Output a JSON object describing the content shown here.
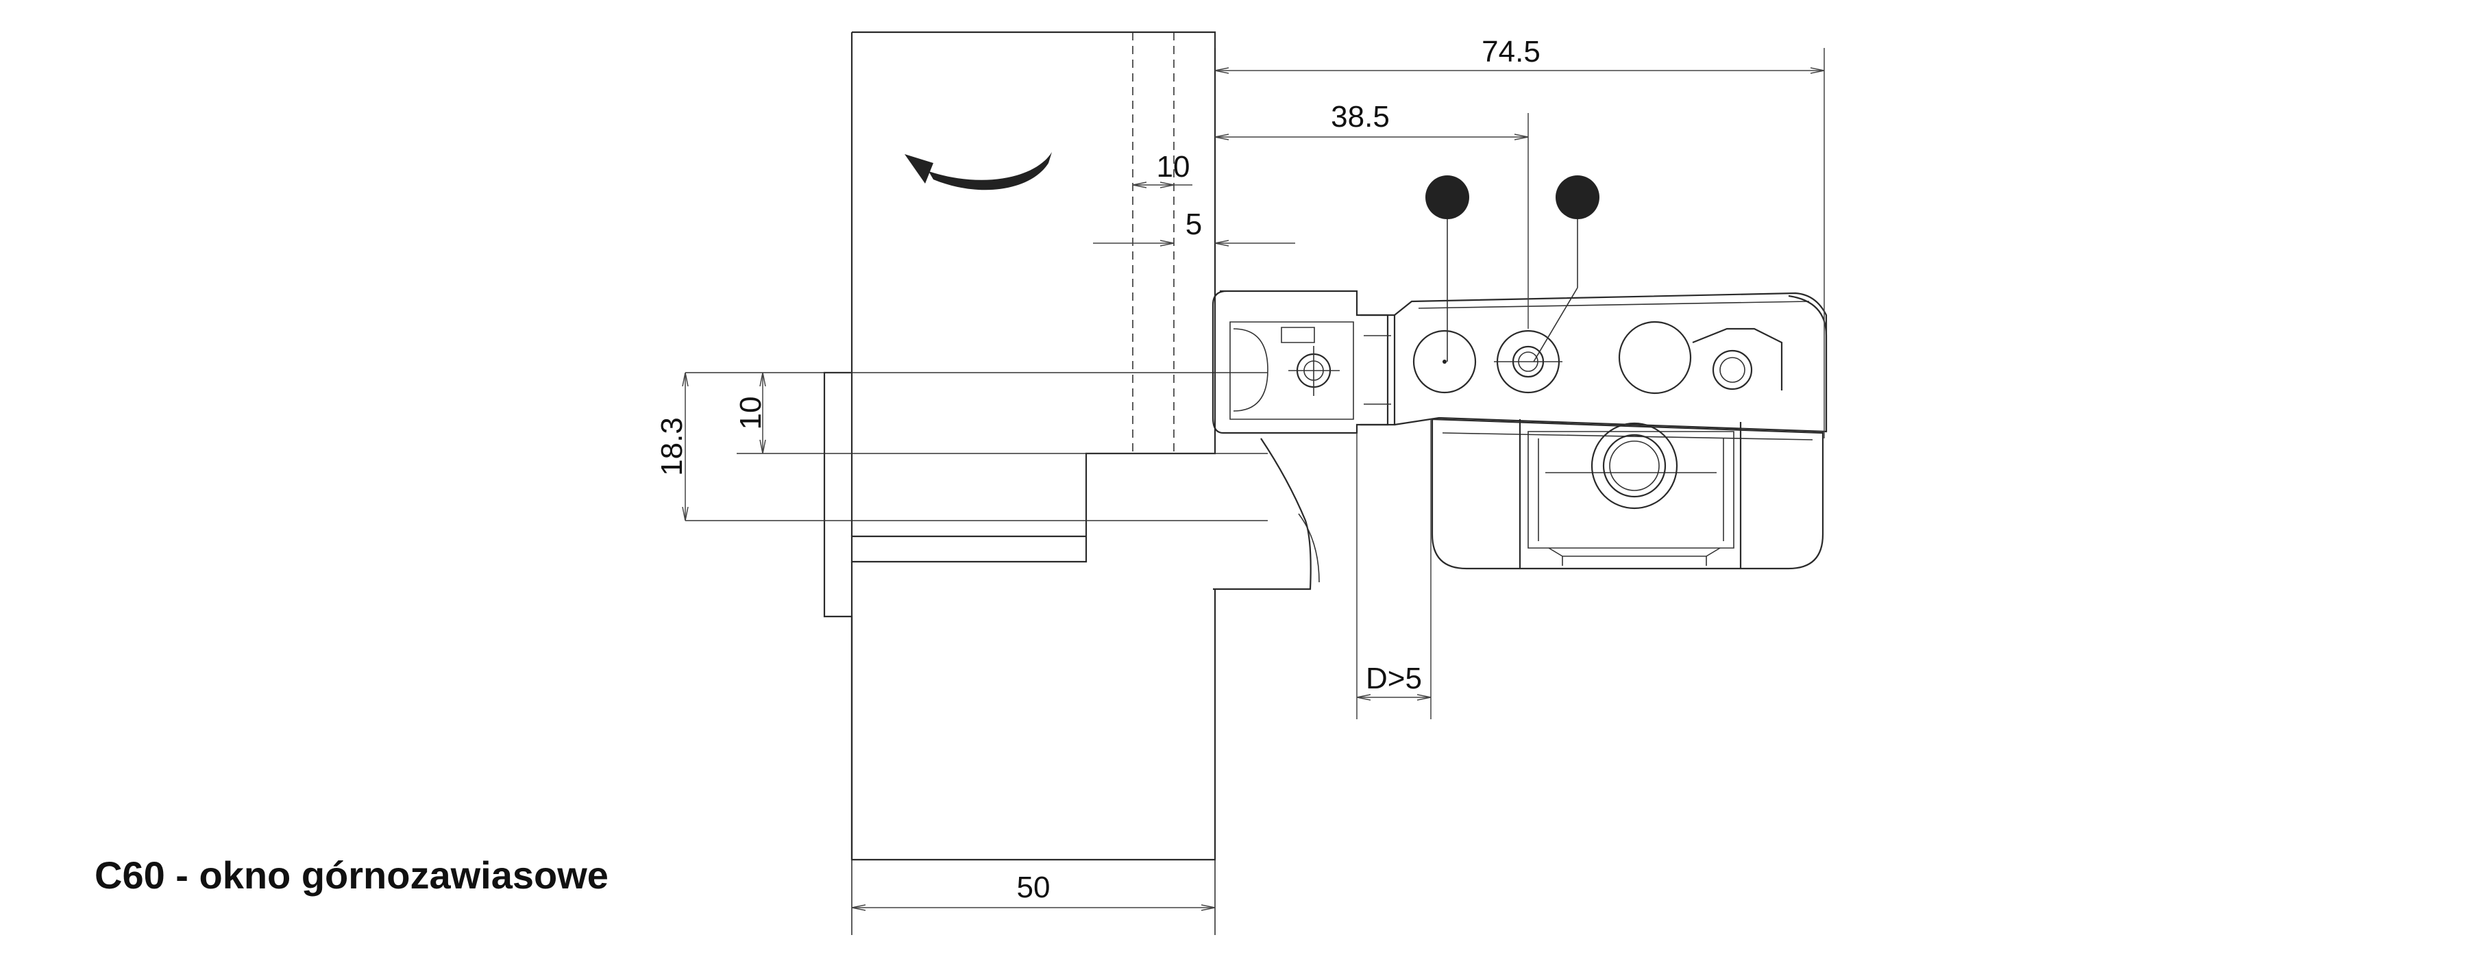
{
  "caption": "C60 - okno górnozawiasowe",
  "dimensions": {
    "d_74_5": "74.5",
    "d_38_5": "38.5",
    "d_10_top": "10",
    "d_5": "5",
    "d_18_3": "18.3",
    "d_10_side": "10",
    "d_clearance": "D>5",
    "d_50": "50"
  },
  "colors": {
    "line": "#2a2a2a",
    "marker": "#222222",
    "background": "#ffffff"
  }
}
